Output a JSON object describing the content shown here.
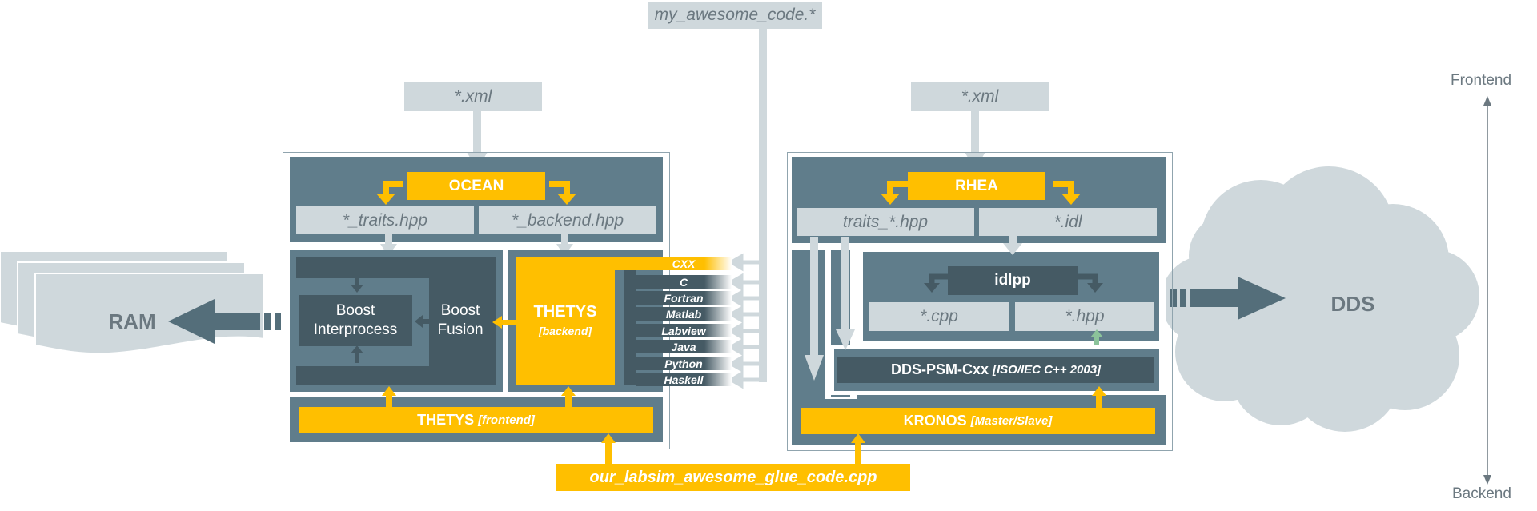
{
  "files": {
    "my_awesome_code": "my_awesome_code.*",
    "xml_left": "*.xml",
    "xml_right": "*.xml",
    "traits_hpp": "*_traits.hpp",
    "backend_hpp": "*_backend.hpp",
    "traits_star_hpp": "traits_*.hpp",
    "idl": "*.idl",
    "cpp": "*.cpp",
    "hpp": "*.hpp",
    "glue_code": "our_labsim_awesome_glue_code.cpp"
  },
  "blocks": {
    "ocean": "OCEAN",
    "rhea": "RHEA",
    "boost_interprocess": "Boost Interprocess",
    "boost_fusion": "Boost Fusion",
    "thetys_backend_title": "THETYS",
    "thetys_backend_sub": "[backend]",
    "thetys_frontend_title": "THETYS",
    "thetys_frontend_sub": "[frontend]",
    "idlpp": "idlpp",
    "dds_psm_title": "DDS-PSM-Cxx",
    "dds_psm_sub": "[ISO/IEC C++ 2003]",
    "kronos_title": "KRONOS",
    "kronos_sub": "[Master/Slave]",
    "ram": "RAM",
    "dds": "DDS"
  },
  "languages": [
    "CXX",
    "C",
    "Fortran",
    "Matlab",
    "Labview",
    "Java",
    "Python",
    "Haskell"
  ],
  "axis": {
    "top": "Frontend",
    "bottom": "Backend"
  },
  "colors": {
    "gold": "#ffbf00",
    "steel": "#607d8b",
    "dark": "#455a64",
    "light": "#cfd8dc",
    "text_muted": "#6b7880",
    "green_arrow": "#8bc39a"
  }
}
